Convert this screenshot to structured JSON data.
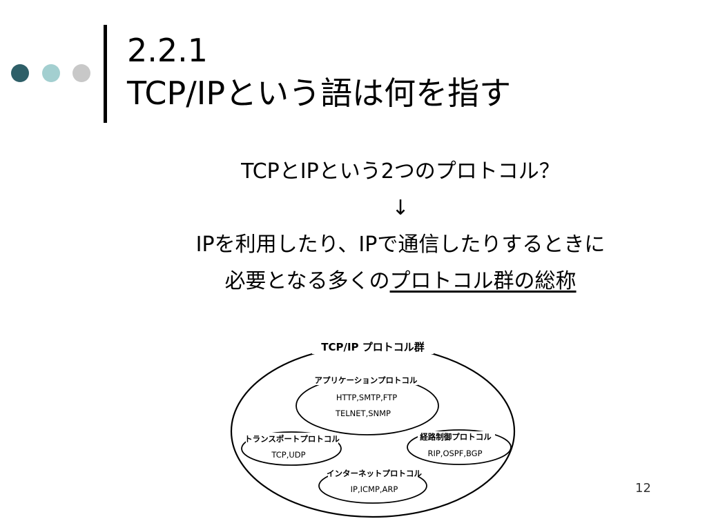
{
  "slide": {
    "title_line1": "2.2.1",
    "title_line2": "TCP/IPという語は何を指す",
    "body": {
      "line1": "TCPとIPという2つのプロトコル？",
      "arrow": "↓",
      "line3": "IPを利用したり、IPで通信したりするときに",
      "line4_plain": "必要となる多くの",
      "line4_underlined": "プロトコル群の総称"
    },
    "page_number": "12"
  },
  "colors": {
    "dot1": "#2e5f68",
    "dot2": "#a3cfd0",
    "dot3": "#c8c8c8"
  },
  "diagram": {
    "outer_label": "TCP/IP プロトコル群",
    "application": {
      "label": "アプリケーションプロトコル",
      "line1": "HTTP,SMTP,FTP",
      "line2": "TELNET,SNMP"
    },
    "transport": {
      "label": "トランスポートプロトコル",
      "line1": "TCP,UDP"
    },
    "routing": {
      "label": "経路制御プロトコル",
      "line1": "RIP,OSPF,BGP"
    },
    "internet": {
      "label": "インターネットプロトコル",
      "line1": "IP,ICMP,ARP"
    }
  }
}
